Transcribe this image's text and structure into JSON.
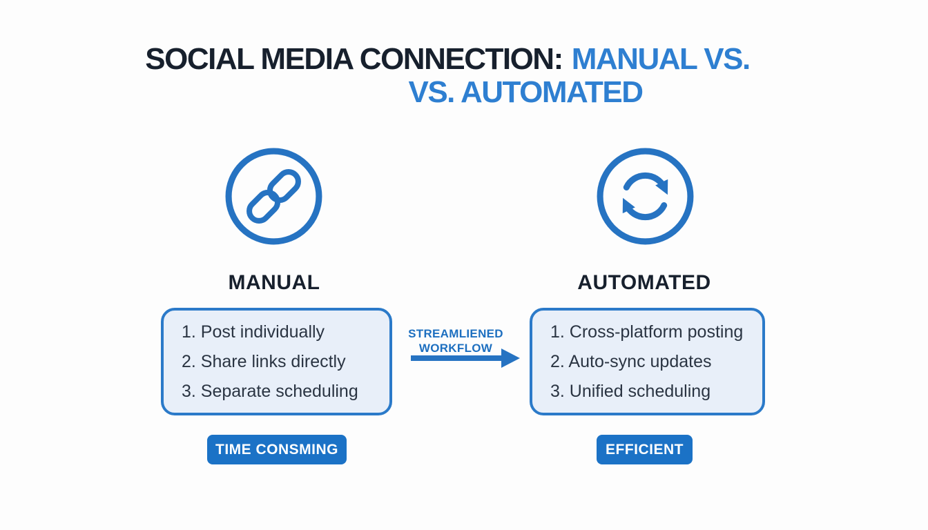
{
  "title": {
    "line1_dark": "SOCIAL MEDIA CONNECTION:",
    "line1_blue": "MANUAL VS.",
    "line2": "VS. AUTOMATED"
  },
  "manual": {
    "heading": "MANUAL",
    "icon": "chain-link-icon",
    "items": [
      "1. Post individually",
      "2. Share links directly",
      "3. Separate scheduling"
    ],
    "badge": "TIME CONSMING"
  },
  "automated": {
    "heading": "AUTOMATED",
    "icon": "sync-icon",
    "items": [
      "1. Cross-platform posting",
      "2. Auto-sync updates",
      "3. Unified scheduling"
    ],
    "badge": "EFFICIENT"
  },
  "connector": {
    "label_line1": "STREAMLIENED",
    "label_line2": "WORKFLOW"
  },
  "colors": {
    "title_dark": "#17202d",
    "title_blue": "#2e7fd1",
    "icon_blue": "#2673c2",
    "box_fill": "#e8eff9",
    "box_border": "#2b7ac9",
    "badge_blue": "#1b72c6",
    "background": "#fdfdfd"
  }
}
